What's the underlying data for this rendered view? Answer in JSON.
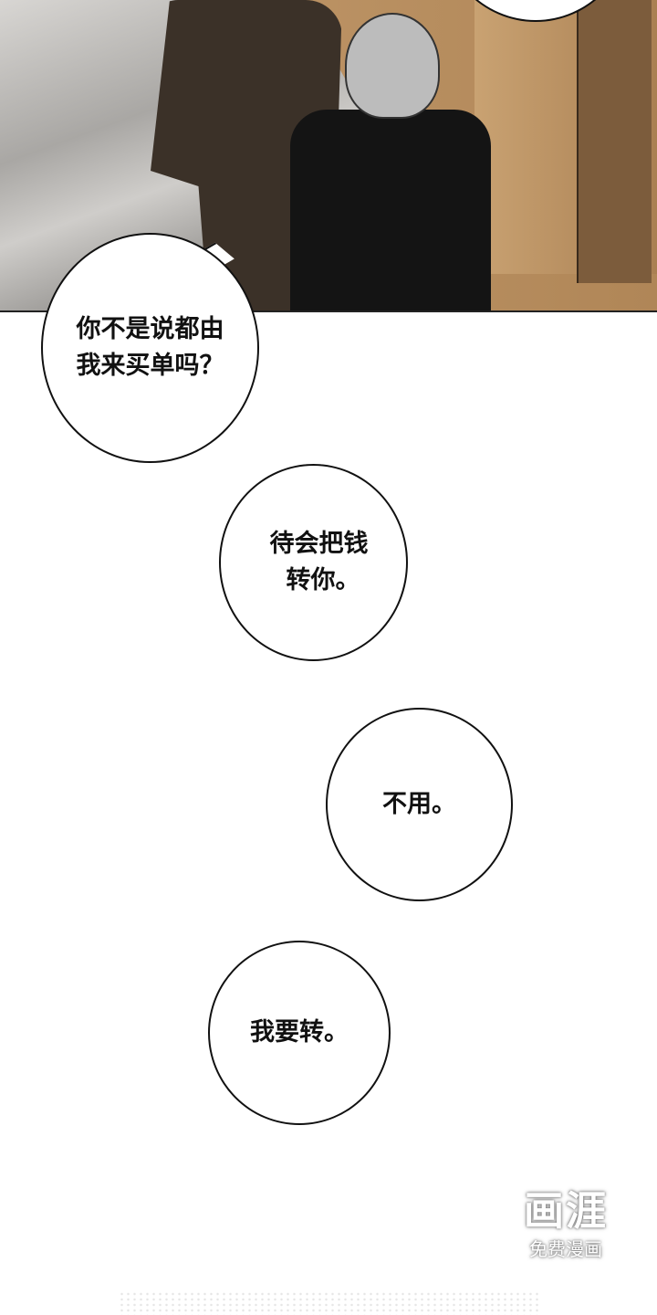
{
  "panel": {
    "description_icon": "comic-panel-illustration"
  },
  "bubbles": [
    {
      "lines": [
        "你不是说都由",
        "我来买单吗？"
      ]
    },
    {
      "lines": [
        "待会把钱",
        "转你。"
      ]
    },
    {
      "lines": [
        "不用。"
      ]
    },
    {
      "lines": [
        "我要转。"
      ]
    }
  ],
  "watermark": {
    "logo": "画涯",
    "tagline": "免费漫画"
  }
}
